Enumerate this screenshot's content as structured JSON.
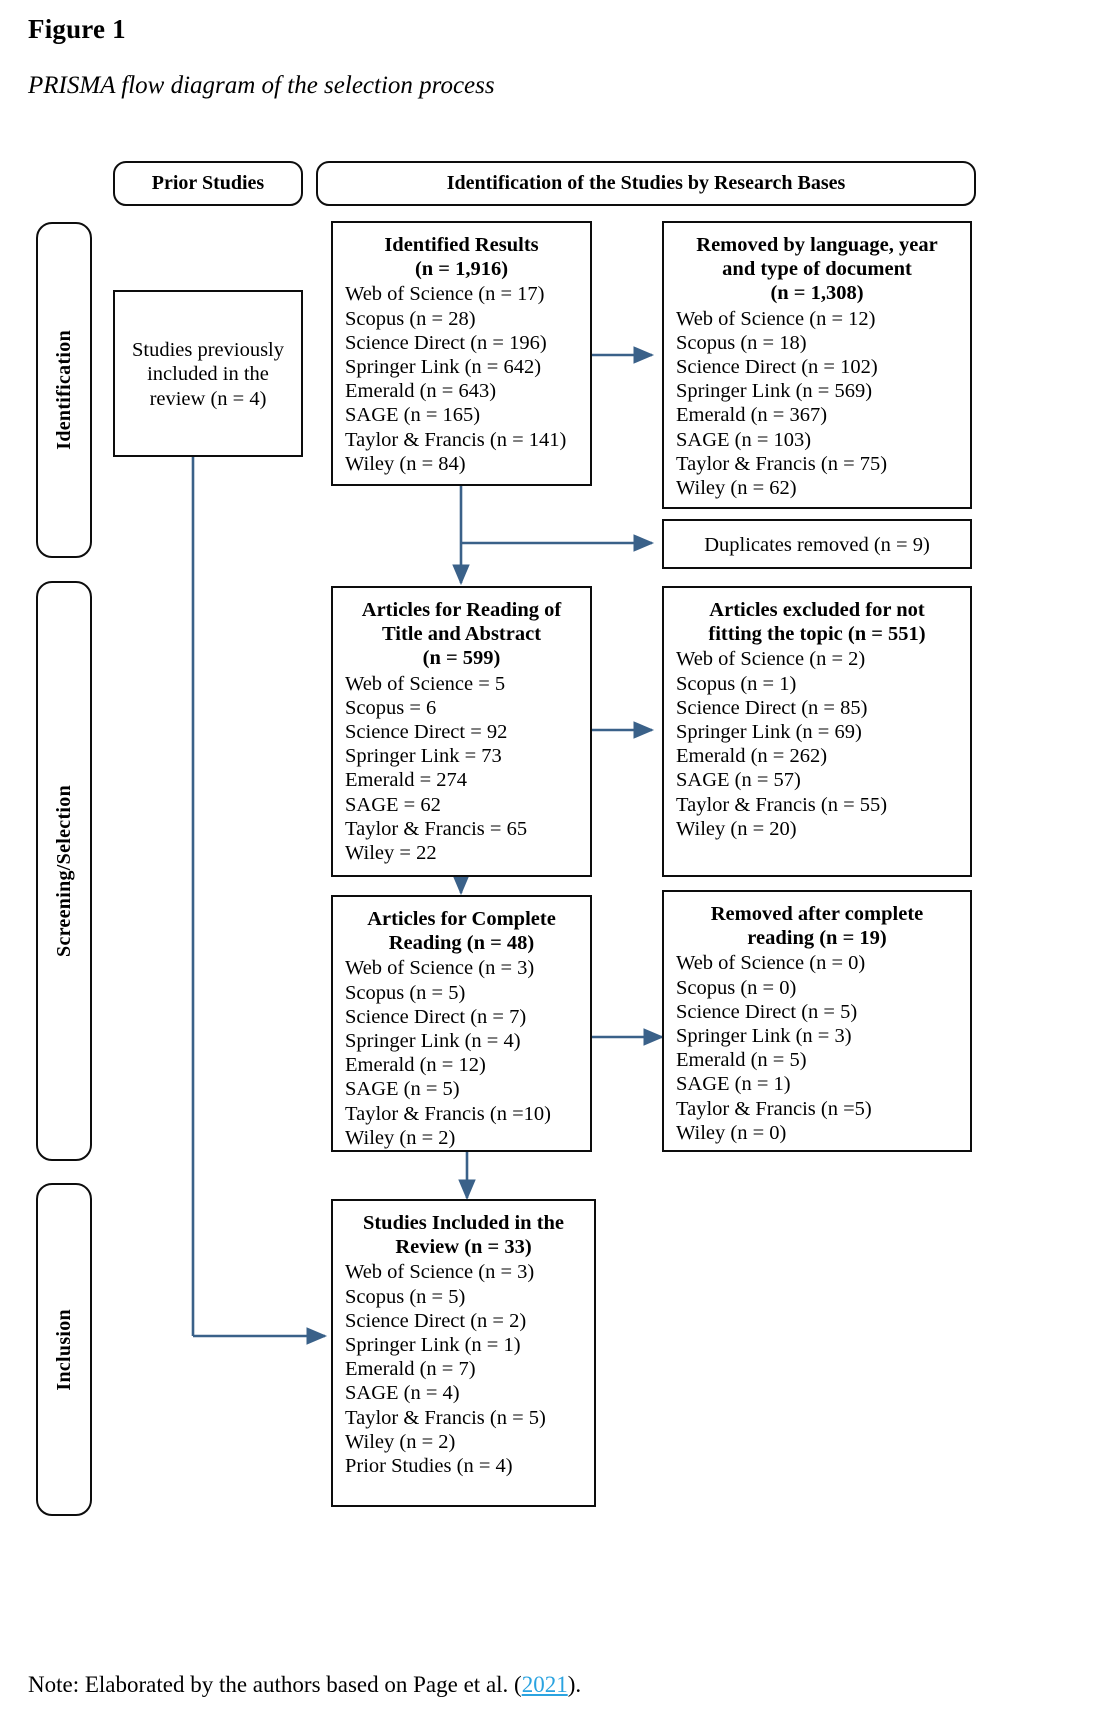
{
  "figure": {
    "label": "Figure 1",
    "caption": "PRISMA flow diagram of the selection process"
  },
  "colors": {
    "arrow": "#3a6189",
    "border": "#0d0d0d",
    "link": "#2aa3e0",
    "background": "#ffffff"
  },
  "stages": [
    {
      "id": "identification",
      "label": "Identification"
    },
    {
      "id": "screening",
      "label": "Screening/Selection"
    },
    {
      "id": "inclusion",
      "label": "Inclusion"
    }
  ],
  "headers": {
    "prior_studies": "Prior Studies",
    "identification_bases": "Identification of the Studies by Research Bases"
  },
  "boxes": {
    "prior_studies_detail": {
      "text": "Studies previously included in the review (n = 4)"
    },
    "identified_results": {
      "title": "Identified Results\n(n = 1,916)",
      "title_line1": "Identified Results",
      "title_line2": "(n = 1,916)",
      "items": [
        "Web of Science (n = 17)",
        "Scopus (n = 28)",
        "Science Direct (n = 196)",
        "Springer Link (n = 642)",
        "Emerald (n = 643)",
        "SAGE (n = 165)",
        "Taylor & Francis (n = 141)",
        "Wiley (n = 84)"
      ]
    },
    "removed_language": {
      "title_line1": "Removed by language, year",
      "title_line2": "and type of document",
      "title_line3": "(n = 1,308)",
      "items": [
        "Web of Science (n = 12)",
        "Scopus (n = 18)",
        "Science Direct (n = 102)",
        "Springer Link (n = 569)",
        "Emerald (n = 367)",
        "SAGE (n = 103)",
        "Taylor & Francis (n = 75)",
        "Wiley (n = 62)"
      ]
    },
    "duplicates_removed": {
      "text": "Duplicates removed (n = 9)"
    },
    "articles_title_abstract": {
      "title_line1": "Articles for Reading of",
      "title_line2": "Title and Abstract",
      "title_line3": "(n = 599)",
      "items": [
        "Web of Science = 5",
        "Scopus = 6",
        "Science Direct = 92",
        "Springer Link = 73",
        "Emerald = 274",
        "SAGE = 62",
        "Taylor & Francis = 65",
        "Wiley = 22"
      ]
    },
    "excluded_topic": {
      "title_line1": "Articles excluded for not",
      "title_line2": "fitting the topic (n = 551)",
      "items": [
        "Web of Science (n = 2)",
        "Scopus (n = 1)",
        "Science Direct (n = 85)",
        "Springer Link (n = 69)",
        "Emerald (n = 262)",
        "SAGE (n = 57)",
        "Taylor & Francis (n = 55)",
        "Wiley (n = 20)"
      ]
    },
    "complete_reading": {
      "title_line1": "Articles for Complete",
      "title_line2": "Reading (n = 48)",
      "items": [
        "Web of Science (n = 3)",
        "Scopus (n = 5)",
        "Science Direct (n = 7)",
        "Springer Link (n = 4)",
        "Emerald (n = 12)",
        "SAGE (n = 5)",
        "Taylor & Francis (n =10)",
        "Wiley (n = 2)"
      ]
    },
    "removed_after_reading": {
      "title_line1": "Removed after complete",
      "title_line2": "reading (n = 19)",
      "items": [
        "Web of Science (n = 0)",
        "Scopus (n = 0)",
        "Science Direct (n = 5)",
        "Springer Link (n = 3)",
        "Emerald (n = 5)",
        "SAGE (n = 1)",
        "Taylor & Francis (n =5)",
        "Wiley (n = 0)"
      ]
    },
    "studies_included": {
      "title_line1": "Studies Included in the",
      "title_line2": "Review (n = 33)",
      "items": [
        "Web of Science (n = 3)",
        "Scopus (n = 5)",
        "Science Direct (n = 2)",
        "Springer Link (n = 1)",
        "Emerald (n = 7)",
        "SAGE (n = 4)",
        "Taylor & Francis (n = 5)",
        "Wiley (n = 2)",
        "Prior Studies (n = 4)"
      ]
    }
  },
  "note": {
    "prefix": "Note: Elaborated by the authors based on Page et al. (",
    "link": "2021",
    "suffix": ")."
  }
}
